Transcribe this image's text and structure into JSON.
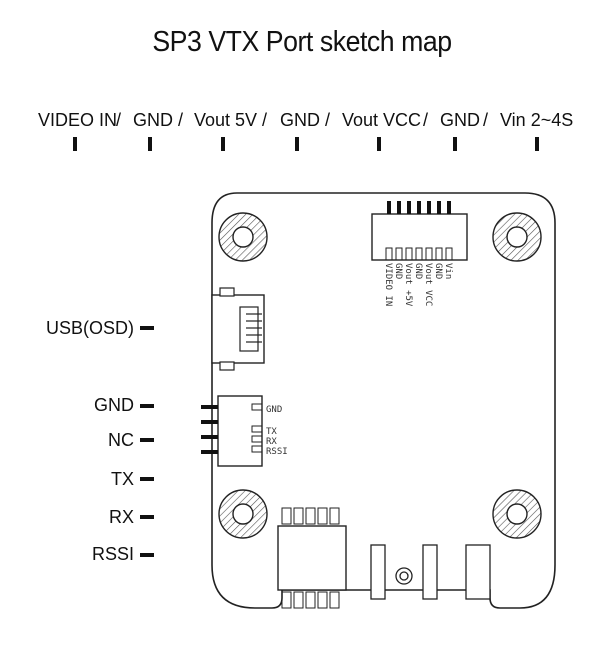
{
  "title": "SP3 VTX Port sketch map",
  "top_pins": [
    {
      "label": "VIDEO IN"
    },
    {
      "label": "GND"
    },
    {
      "label": "Vout 5V"
    },
    {
      "label": "GND"
    },
    {
      "label": "Vout VCC"
    },
    {
      "label": "GND"
    },
    {
      "label": "Vin 2~4S"
    }
  ],
  "separator": "/",
  "left_pins": [
    {
      "label": "USB(OSD)"
    },
    {
      "label": "GND"
    },
    {
      "label": "NC"
    },
    {
      "label": "TX"
    },
    {
      "label": "RX"
    },
    {
      "label": "RSSI"
    }
  ],
  "board_top_connector": [
    "VIDEO IN",
    "GND",
    "Vout +5V",
    "GND",
    "Vout VCC",
    "GND",
    "Vin"
  ],
  "board_left_connector": [
    "GND",
    "TX",
    "RX",
    "RSSI"
  ]
}
